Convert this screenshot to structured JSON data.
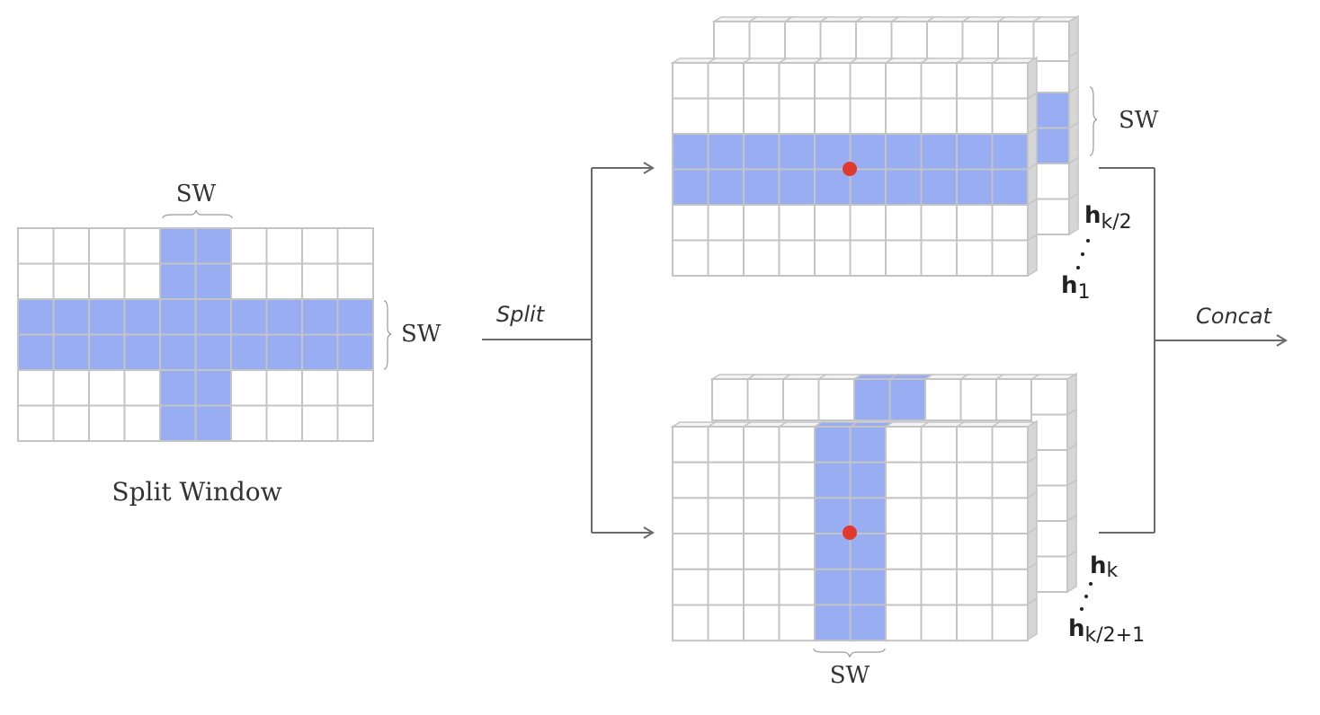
{
  "left_panel": {
    "sw_top_label": "SW",
    "sw_right_label": "SW",
    "caption": "Split Window",
    "grid": {
      "cols": 10,
      "rows": 6,
      "highlight_rows": [
        2,
        3
      ],
      "highlight_cols": [
        4,
        5
      ]
    }
  },
  "split_label": "Split",
  "concat_label": "Concat",
  "top_branch": {
    "sw_label": "SW",
    "head_last": {
      "base": "h",
      "sub": "k/2"
    },
    "head_first": {
      "base": "h",
      "sub": "1"
    },
    "grid": {
      "cols": 10,
      "rows": 6,
      "highlight_rows": [
        2,
        3
      ]
    }
  },
  "bottom_branch": {
    "sw_label": "SW",
    "head_last": {
      "base": "h",
      "sub": "k"
    },
    "head_first": {
      "base": "h",
      "sub": "k/2+1"
    },
    "grid": {
      "cols": 10,
      "rows": 6,
      "highlight_cols": [
        4,
        5
      ]
    }
  },
  "colors": {
    "highlight": "#98adf2",
    "grid_line": "#c4c4c4",
    "center_dot": "#e03a2e",
    "arrow": "#6b6b6b"
  }
}
